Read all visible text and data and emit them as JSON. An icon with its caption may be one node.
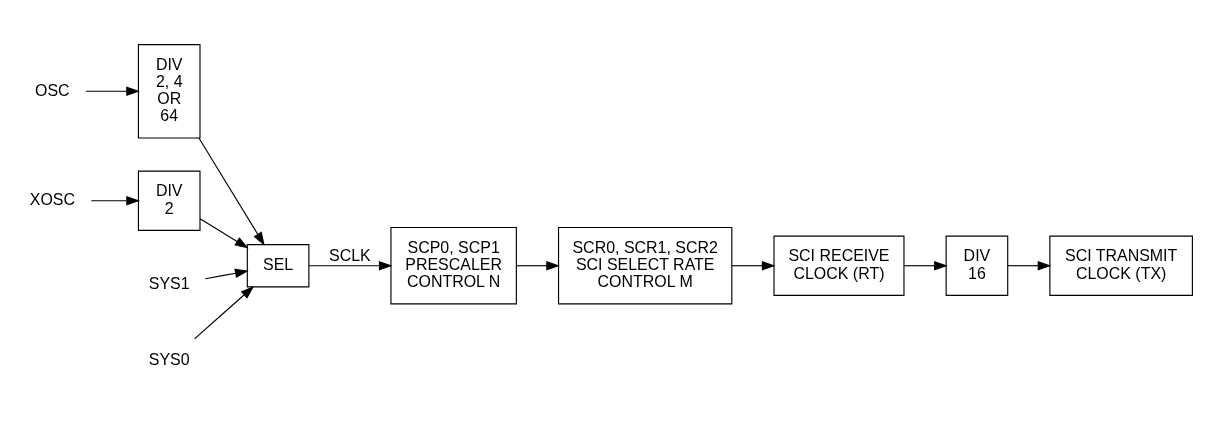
{
  "diagram": {
    "nodes": [
      {
        "text": [
          "OSC"
        ]
      },
      {
        "text": [
          "DIV 2, 4 OR 64"
        ]
      },
      {
        "text": [
          "XOSC"
        ]
      },
      {
        "text": [
          "DIV 2"
        ]
      },
      {
        "text": [
          "SEL"
        ]
      },
      {
        "text": [
          "SYS1"
        ]
      },
      {
        "text": [
          "SYS0"
        ]
      },
      {
        "text": [
          "SCP0, SCP1 PRESCALER CONTROL N"
        ]
      },
      {
        "text": [
          "SCR0, SCR1, SCR2 SCI SELECT RATE CONTROL M"
        ]
      },
      {
        "text": [
          "SCI RECEIVE CLOCK (RT)"
        ]
      },
      {
        "text": [
          "DIV 16"
        ]
      },
      {
        "text": [
          "SCI TRANSMIT CLOCK (TX)"
        ]
      }
    ],
    "edges": [
      {
        "from": 0,
        "to": 1,
        "arrow": "to"
      },
      {
        "from": 2,
        "to": 3,
        "arrow": "to"
      },
      {
        "from": 1,
        "to": 4,
        "arrow": "to"
      },
      {
        "from": 3,
        "to": 4,
        "arrow": "to"
      },
      {
        "from": 5,
        "to": 4,
        "arrow": "to"
      },
      {
        "from": 6,
        "to": 4,
        "arrow": "to"
      },
      {
        "from": 4,
        "to": 7,
        "arrow": "to",
        "label": "SCLK"
      },
      {
        "from": 7,
        "to": 8,
        "arrow": "to"
      },
      {
        "from": 8,
        "to": 9,
        "arrow": "to"
      },
      {
        "from": 9,
        "to": 10,
        "arrow": "to"
      },
      {
        "from": 10,
        "to": 11,
        "arrow": "to"
      }
    ]
  }
}
